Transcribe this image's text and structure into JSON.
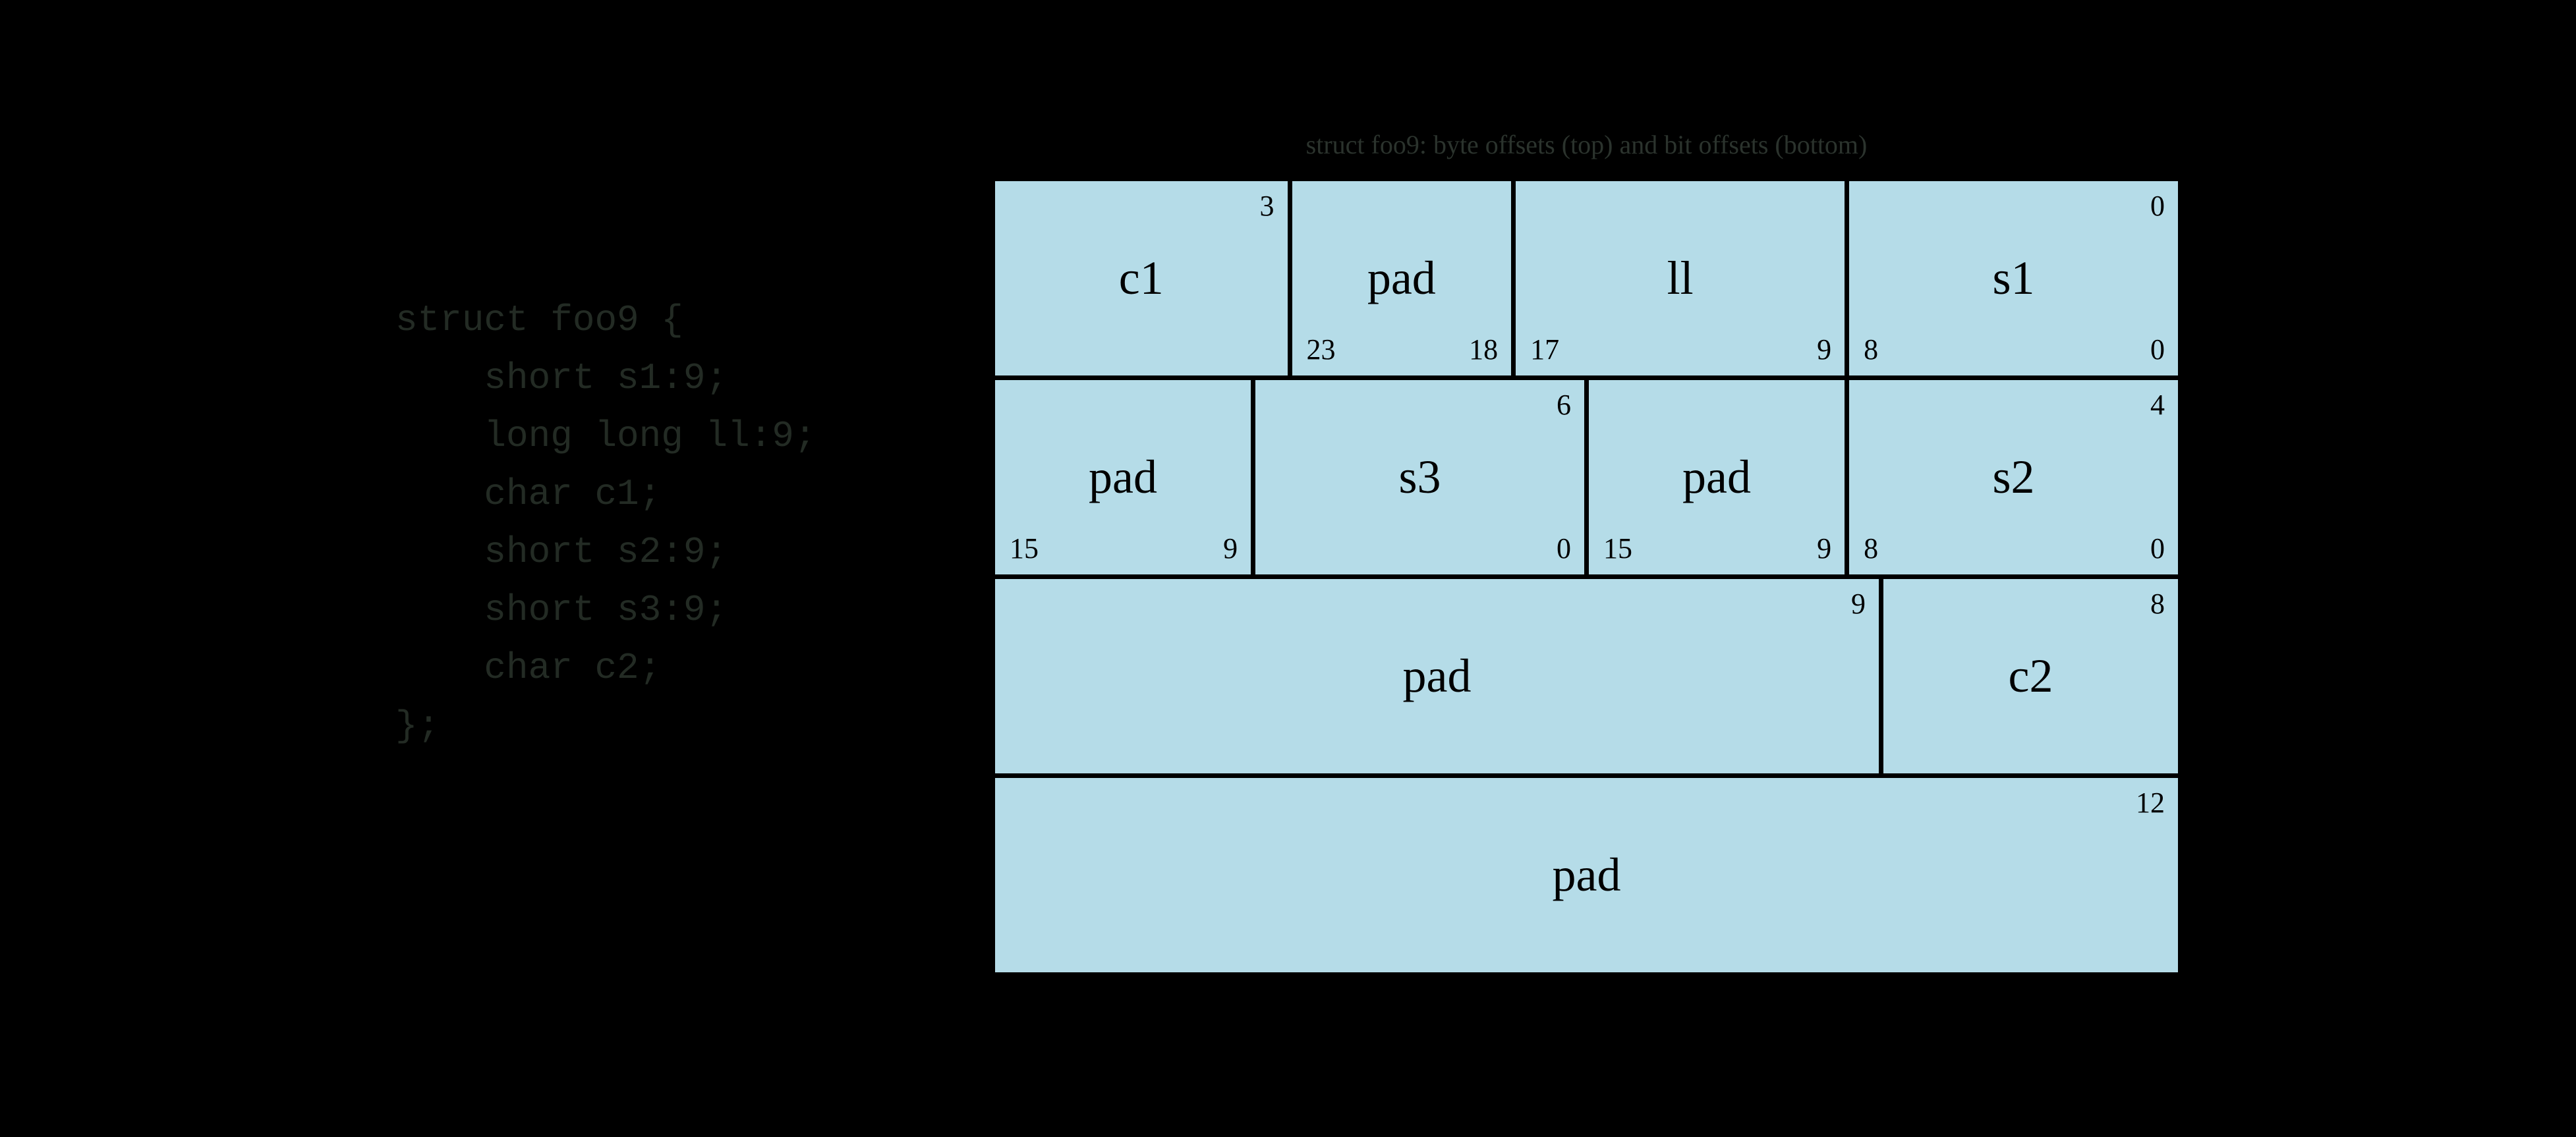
{
  "colors": {
    "background": "#000000",
    "box_fill": "#b5dce8",
    "box_text": "#000000",
    "code_text": "#232b24",
    "title_text": "#2b332d"
  },
  "code_block": {
    "lines": [
      "struct foo9 {",
      "    short s1:9;",
      "    long long ll:9;",
      "    char c1;",
      "    short s2:9;",
      "    short s3:9;",
      "    char c2;",
      "};"
    ]
  },
  "diagram": {
    "title": "struct foo9: byte offsets (top) and bit offsets (bottom)",
    "rows": [
      {
        "cells": [
          {
            "label": "c1",
            "bits": 8,
            "top_right": "3"
          },
          {
            "label": "pad",
            "bits": 6,
            "bottom_left": "23",
            "bottom_right": "18"
          },
          {
            "label": "ll",
            "bits": 9,
            "bottom_left": "17",
            "bottom_right": "9"
          },
          {
            "label": "s1",
            "bits": 9,
            "top_right": "0",
            "bottom_left": "8",
            "bottom_right": "0"
          }
        ]
      },
      {
        "cells": [
          {
            "label": "pad",
            "bits": 7,
            "bottom_left": "15",
            "bottom_right": "9"
          },
          {
            "label": "s3",
            "bits": 9,
            "top_right": "6",
            "bottom_right": "0"
          },
          {
            "label": "pad",
            "bits": 7,
            "bottom_left": "15",
            "bottom_right": "9"
          },
          {
            "label": "s2",
            "bits": 9,
            "top_right": "4",
            "bottom_left": "8",
            "bottom_right": "0"
          }
        ]
      },
      {
        "cells": [
          {
            "label": "pad",
            "bits": 24,
            "top_right": "9"
          },
          {
            "label": "c2",
            "bits": 8,
            "top_right": "8"
          }
        ]
      },
      {
        "cells": [
          {
            "label": "pad",
            "bits": 32,
            "top_right": "12"
          }
        ]
      }
    ]
  }
}
